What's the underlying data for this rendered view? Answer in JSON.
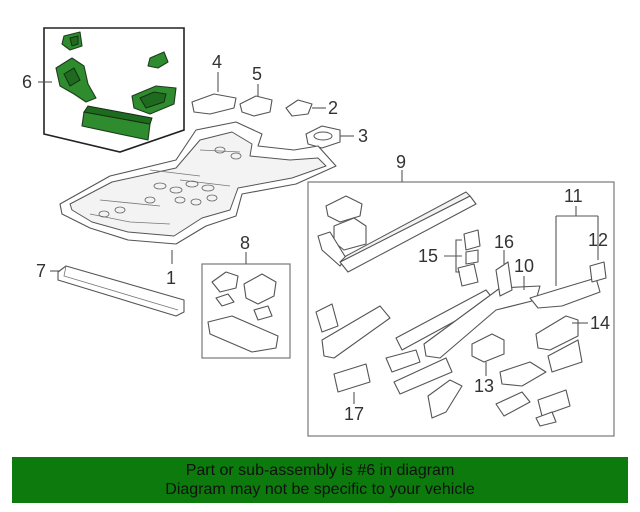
{
  "diagram": {
    "callouts": {
      "c1": "1",
      "c2": "2",
      "c3": "3",
      "c4": "4",
      "c5": "5",
      "c6": "6",
      "c7": "7",
      "c8": "8",
      "c9": "9",
      "c10": "10",
      "c11": "11",
      "c12": "12",
      "c13": "13",
      "c14": "14",
      "c15": "15",
      "c16": "16",
      "c17": "17"
    },
    "highlight_color": "#2e8b2e"
  },
  "banner": {
    "line1": "Part or sub-assembly is #6 in diagram",
    "line2": "Diagram may not be specific to your vehicle",
    "background": "#0d7a0d"
  }
}
